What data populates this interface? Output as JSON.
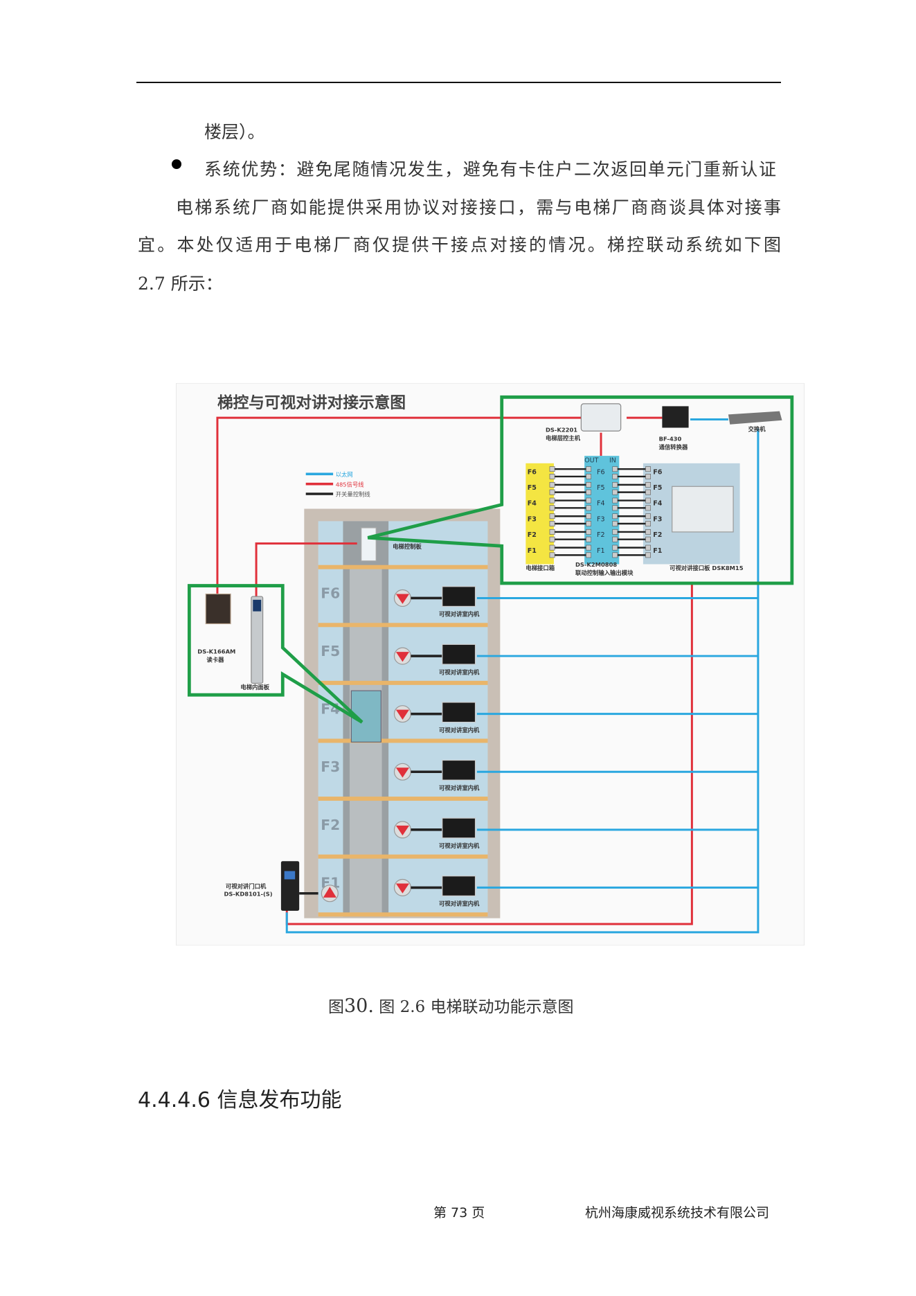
{
  "body": {
    "lines": [
      "楼层）。",
      "系统优势：避免尾随情况发生，避免有卡住户二次返回单元门重新认证",
      "电梯系统厂商如能提供采用协议对接接口，需与电梯厂商商谈具体对接事",
      "宜。本处仅适用于电梯厂商仅提供干接点对接的情况。梯控联动系统如下图",
      "2.7 所示："
    ]
  },
  "diagram": {
    "title": "梯控与可视对讲对接示意图",
    "legend": [
      "以太网",
      "485信号线",
      "开关量控制线"
    ],
    "colors": {
      "ethernet": "#2aa7df",
      "rs485": "#e0303a",
      "switch": "#222222",
      "group": "#1f9e48"
    },
    "k2201": {
      "model": "DS-K2201",
      "name": "电梯层控主机"
    },
    "bf430": {
      "model": "BF-430",
      "name": "通信转换器"
    },
    "switch_label": "交换机",
    "module_out": "OUT",
    "module_in": "IN",
    "floors": [
      "F6",
      "F5",
      "F4",
      "F3",
      "F2",
      "F1"
    ],
    "elevator_box": "电梯接口箱",
    "module": {
      "model": "DS-K2M0808",
      "name": "联动控制输入输出模块"
    },
    "interface_board": "可视对讲接口板 DSK8M15",
    "control_board": "电梯控制板",
    "card_reader": {
      "model": "DS-K166AM",
      "name": "读卡器"
    },
    "inner_panel": "电梯内面板",
    "indoor_unit": "可视对讲室内机",
    "door_station": {
      "name": "可视对讲门口机",
      "model": "DS-KD8101-(S)"
    }
  },
  "caption": {
    "prefix": "图",
    "number": "30.",
    "label": "图  2.6",
    "text": "电梯联动功能示意图"
  },
  "heading": "4.4.4.6  信息发布功能",
  "footer": {
    "page": "第 73 页",
    "company": "杭州海康威视系统技术有限公司"
  }
}
